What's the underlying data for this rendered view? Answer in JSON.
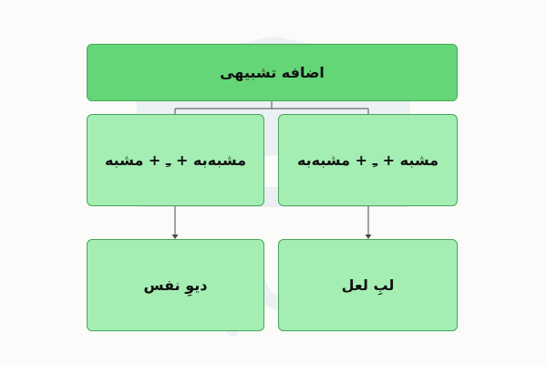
{
  "diagram": {
    "root": {
      "label": "اضافه تشبیهی"
    },
    "branches": [
      {
        "id": "left",
        "label": "مشبه‌به + ـِ + مشبه",
        "example": "دیوِ نفس"
      },
      {
        "id": "right",
        "label": "مشبه + ـِ + مشبه‌به",
        "example": "لبِ لعل"
      }
    ]
  },
  "colors": {
    "background": "#fbfbf9",
    "root_fill": "#64d678",
    "node_fill": "#a4eeb3",
    "node_border": "#47a658",
    "connector": "#4a4a4a",
    "watermark": "#e8eef2"
  },
  "watermark": {
    "icon": "logo-watermark-icon"
  }
}
